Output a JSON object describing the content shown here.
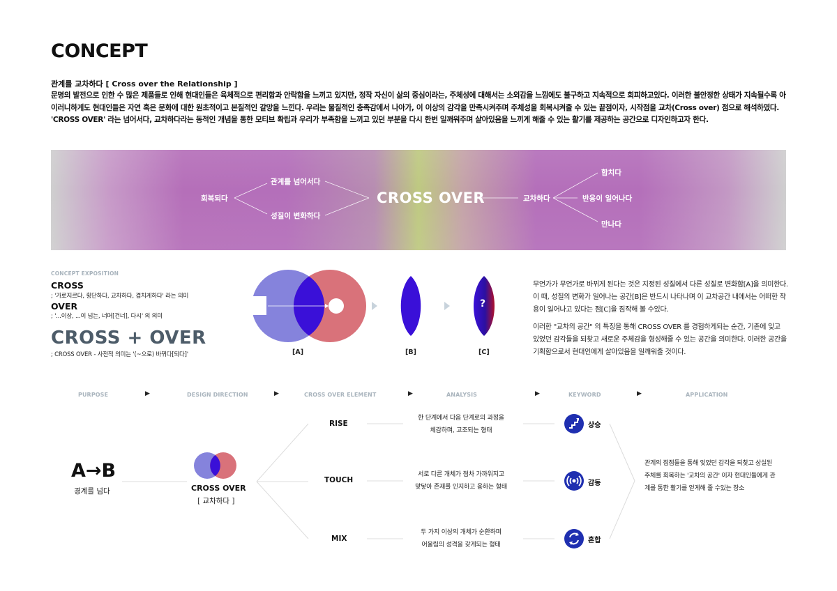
{
  "header": {
    "title": "CONCEPT",
    "subtitle": "관계를 교차하다 [ Cross over the Relationship ]",
    "body": "문명의 발전으로 인한 수 많은 제품들로 인해 현대인들은 육체적으로 편리함과 안락함을 느끼고 있지만, 정작 자신이 삶의 중심이라는, 주체성에 대해서는 소외감을 느낌에도 불구하고 지속적으로 회피하고있다. 이러한 불안정한 상태가 지속될수록 아이러니하게도 현대인들은 자연 혹은 문화에 대한 원초적이고 본질적인 갈망을 느낀다. 우리는 물질적인 충족감에서 나아가, 이 이상의 감각을 만족시켜주며 주체성을 회복시켜줄 수 있는 끝점이자, 시작점을 교차(Cross over) 점으로 해석하였다. 'CROSS OVER' 라는 넘어서다, 교차하다라는 동적인 개념을 통한 모티브 확립과 우리가 부족함을 느끼고 있던 부분을 다시 한번 일깨워주며 살아있음을 느끼게 해줄 수 있는 활기를 제공하는 공간으로 디자인하고자 한다."
  },
  "band": {
    "left": "회복되다",
    "upper": "관계를 넘어서다",
    "lower": "성질이 변화하다",
    "main": "CROSS OVER",
    "right": "교차하다",
    "out_top": "합치다",
    "out_mid": "반응이 일어나다",
    "out_bottom": "만나다"
  },
  "exposition": {
    "label": "CONCEPT EXPOSITION",
    "cross_word": "CROSS",
    "cross_meaning": "; '가로지르다, 횡단하다, 교차하다, 겹치게하다' 라는 의미",
    "over_word": "OVER",
    "over_meaning": "; '...이상, ...이 넘는, 너머[건너], 다시' 의 의미",
    "big": "CROSS + OVER",
    "big_meaning": "; CROSS OVER - 사전적 의미는 '(~으로) 바뀌다[되다]'",
    "fig_a": "[A]",
    "fig_b": "[B]",
    "fig_c": "[C]",
    "fig_c_mark": "?",
    "para1": "무언가가 무언가로 바뀌게 된다는 것은 지정된 성질에서 다른 성질로 변화함[A]을 의미한다. 이 때, 성질의 변화가 일어나는 공간[B]은 반드시 나타나며 이 교차공간 내에서는 어떠한 작용이 일어나고 있다는 점[C]을 짐작해 볼 수있다.",
    "para2": "이러한 \"교차의 공간\" 의 특징을 통해 CROSS OVER 를 경험하게되는 순간, 기존에 잊고 있었던 감각들을 되찾고 새로운 주체감을 형성해줄 수 있는 공간을 의미한다. 이러한 공간을 기획함으로서 현대인에게 살아있음을 일깨워줄 것이다."
  },
  "flow": {
    "headers": [
      "PURPOSE",
      "DESIGN DIRECTION",
      "CROSS OVER ELEMENT",
      "ANALYSIS",
      "KEYWORD",
      "APPLICATION"
    ],
    "arrow": "▶",
    "purpose_big": "A→B",
    "purpose_sub": "경계를 넘다",
    "direction_label": "CROSS OVER",
    "direction_sub": "[ 교차하다 ]",
    "elements": [
      {
        "name": "RISE",
        "analysis1": "한 단계에서 다음 단계로의 과정을",
        "analysis2": "체감하며, 고조되는 형태",
        "keyword": "상승",
        "icon": "stairs-up-icon"
      },
      {
        "name": "TOUCH",
        "analysis1": "서로 다른 개체가 점차 가까워지고",
        "analysis2": "맞닿아 존재를 인지하고 융하는 형태",
        "keyword": "감동",
        "icon": "signal-waves-icon"
      },
      {
        "name": "MIX",
        "analysis1": "두 가지 이상의 개체가 순환하며",
        "analysis2": "어울림의 성격을 갖게되는 형태",
        "keyword": "혼합",
        "icon": "cycle-arrows-icon"
      }
    ],
    "application": "관계의 접점들을 통해 잊었던 감각을 되찾고 상실된 주체를 회복하는 '교차의 공간' 이자 현대인들에게 관계를 통한 활기를 얻게해 줄 수있는 장소"
  },
  "colors": {
    "accent_blue": "#1f2fb0",
    "venn_left": "#7f7de0",
    "venn_right": "#d9727a",
    "lens": "#3a10d8",
    "heading_gray": "#4d5c69",
    "label_gray": "#a9b4bd"
  }
}
